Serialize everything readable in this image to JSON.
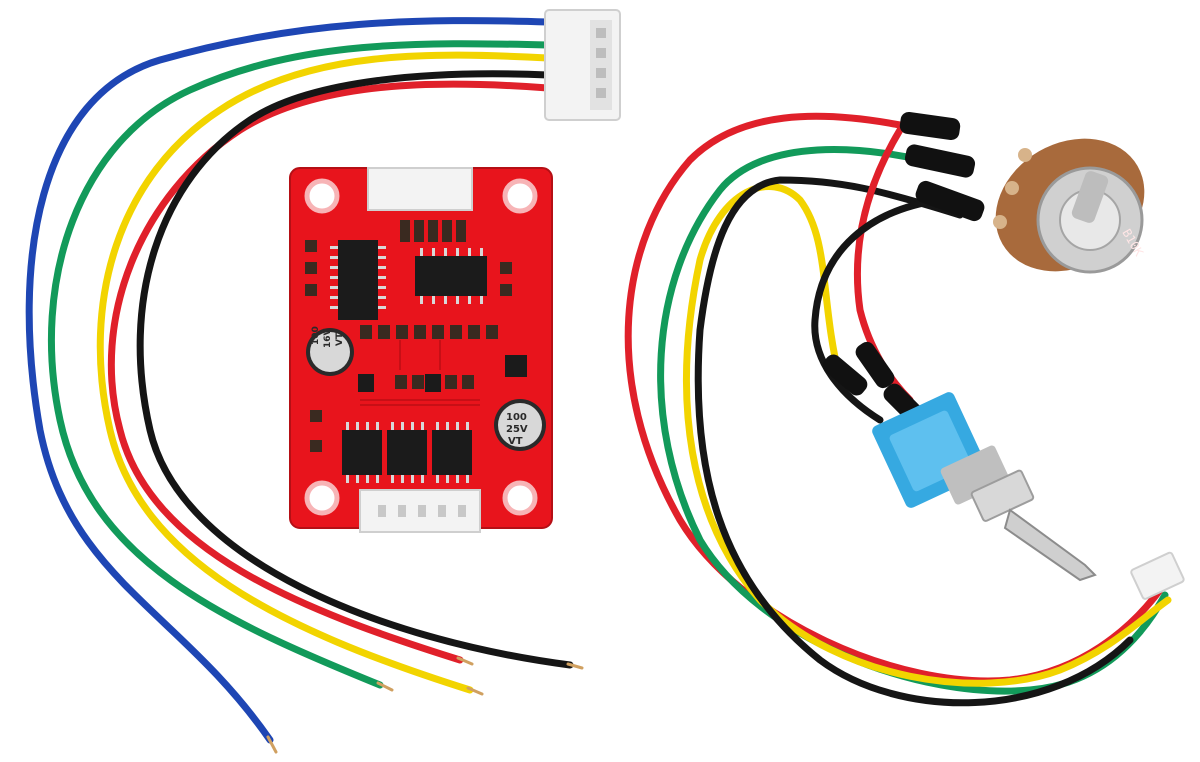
{
  "photo": {
    "background": "#ffffff",
    "colors": {
      "pcb": "#e8141c",
      "pcb_edge": "#b50f15",
      "wire_blue": "#1e46b4",
      "wire_green": "#129a5a",
      "wire_yellow": "#f2d400",
      "wire_red": "#e0202a",
      "wire_black": "#151515",
      "connector": "#f3f3f3",
      "switch_body": "#36a9e1",
      "pot_body": "#a86a3c",
      "metal": "#c9c9c9"
    },
    "capacitor_labels": {
      "cap1": [
        "100",
        "16V",
        "VT"
      ],
      "cap2": [
        "100",
        "25V",
        "VT"
      ]
    },
    "potentiometer_label": "B10K"
  }
}
